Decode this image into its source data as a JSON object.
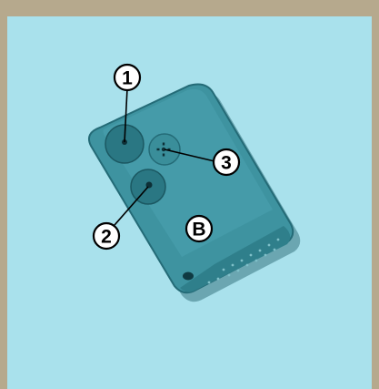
{
  "figure": {
    "callouts": [
      {
        "id": "1",
        "label": "1"
      },
      {
        "id": "2",
        "label": "2"
      },
      {
        "id": "3",
        "label": "3"
      }
    ],
    "card_label": "B"
  }
}
